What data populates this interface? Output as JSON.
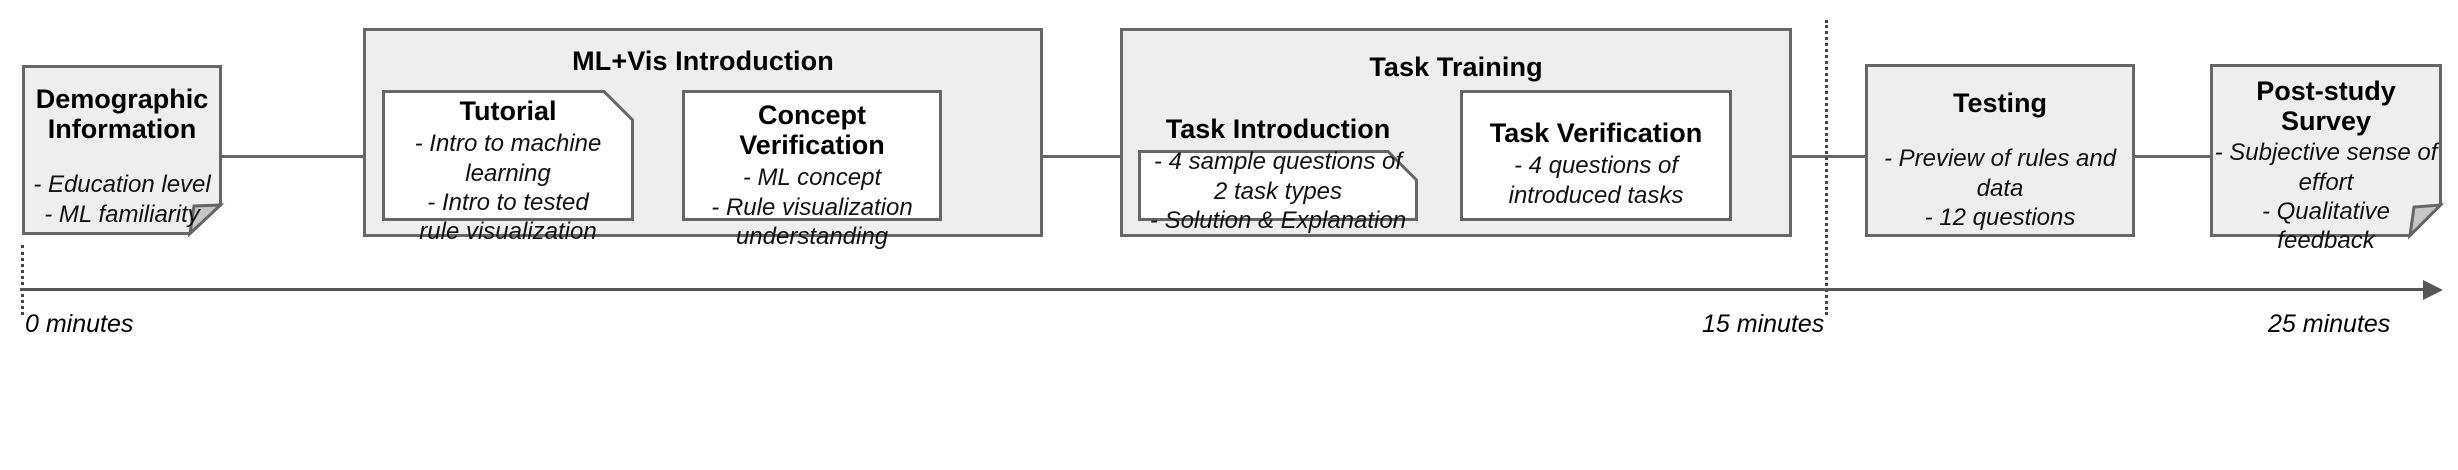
{
  "diagram": {
    "title": "Study procedure timeline",
    "colors": {
      "stroke": "#666666",
      "fill_gray": "#eeeeee",
      "fill_white": "#ffffff",
      "fold_shade": "#c6c6c6",
      "axis": "#555555"
    }
  },
  "stages": {
    "demographic": {
      "title": "Demographic\nInformation",
      "title_line1": "Demographic",
      "title_line2": "Information",
      "bullets": [
        "- Education level",
        "- ML familiarity"
      ]
    },
    "mlvis_group": {
      "label": "ML+Vis Introduction",
      "tutorial": {
        "title": "Tutorial",
        "bullets": [
          "- Intro to machine",
          "learning",
          "- Intro to tested",
          "rule visualization"
        ]
      },
      "concept_verification": {
        "title": "Concept Verification",
        "bullets": [
          "- ML concept",
          "- Rule visualization",
          "understanding"
        ]
      }
    },
    "task_training_group": {
      "label": "Task Training",
      "task_introduction": {
        "title": "Task Introduction",
        "bullets": [
          "- 4 sample questions of",
          "2 task types",
          "- Solution &  Explanation"
        ]
      },
      "task_verification": {
        "title": "Task Verification",
        "bullets": [
          "- 4 questions of",
          "introduced tasks"
        ]
      }
    },
    "testing": {
      "title": "Testing",
      "bullets": [
        "- Preview of rules and",
        "data",
        "- 12 questions"
      ]
    },
    "post_study": {
      "title_line1": "Post-study",
      "title_line2": "Survey",
      "bullets": [
        "- Subjective sense of",
        "effort",
        "- Qualitative",
        "feedback"
      ]
    }
  },
  "timeline": {
    "ticks": [
      {
        "label": "0 minutes"
      },
      {
        "label": "15 minutes"
      },
      {
        "label": "25 minutes"
      }
    ]
  }
}
